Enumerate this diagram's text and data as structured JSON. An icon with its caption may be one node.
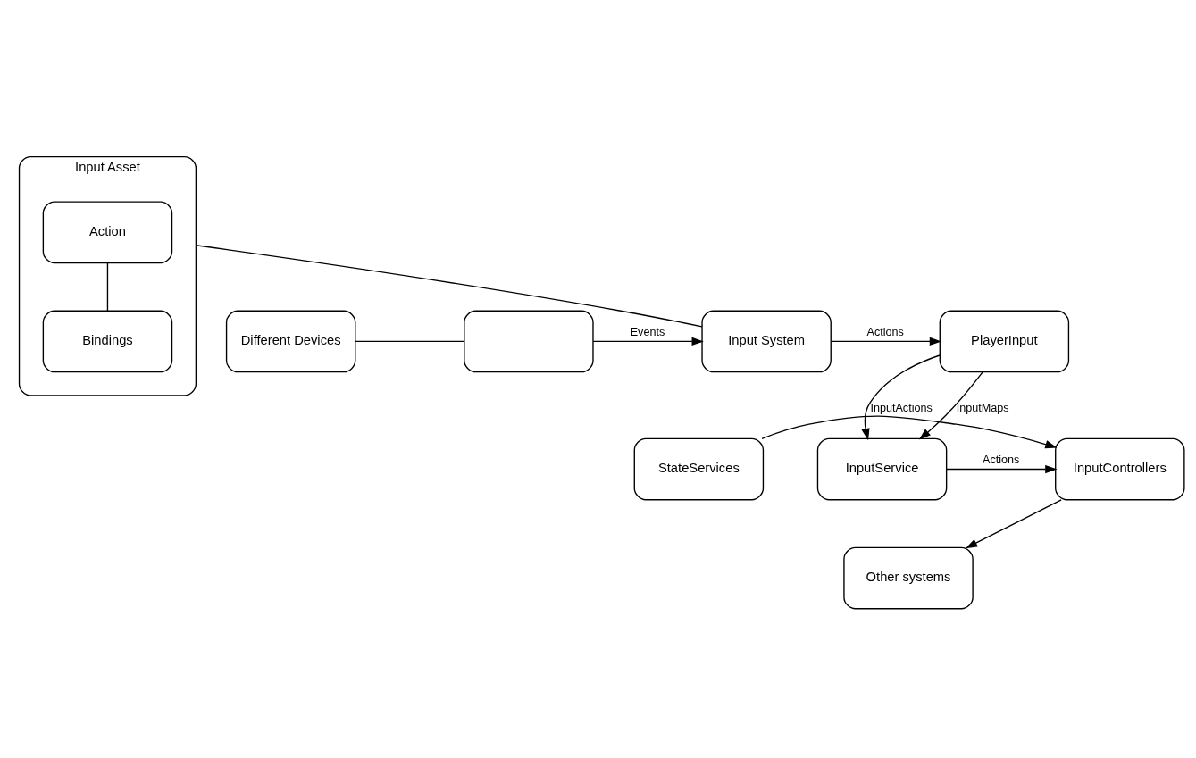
{
  "diagram": {
    "nodes": [
      {
        "text": [
          "Input Asset"
        ]
      },
      {
        "text": [
          "Action"
        ],
        "in": 0
      },
      {
        "text": [
          "Bindings"
        ],
        "in": 0
      },
      {
        "text": [
          "Different Devices"
        ]
      },
      {
        "text": [],
        "shape": "box"
      },
      {
        "text": [
          "Input System"
        ]
      },
      {
        "text": [
          "PlayerInput"
        ]
      },
      {
        "text": [
          "StateServices"
        ]
      },
      {
        "text": [
          "InputControllers"
        ]
      },
      {
        "text": [
          "InputService"
        ]
      },
      {
        "text": [
          "Other systems"
        ]
      }
    ],
    "edges": [
      {
        "from": 1,
        "to": 2,
        "arrow": "none"
      },
      {
        "from": 0,
        "to": 5,
        "arrow": "none"
      },
      {
        "from": 3,
        "to": 4,
        "arrow": "none"
      },
      {
        "from": 4,
        "to": 5,
        "arrow": "to",
        "label": "Events"
      },
      {
        "from": 5,
        "to": 6,
        "arrow": "to",
        "label": "Actions"
      },
      {
        "from": 6,
        "to": 9,
        "arrow": "to",
        "label": "InputMaps"
      },
      {
        "from": 6,
        "to": 9,
        "arrow": "to",
        "label": "InputActions"
      },
      {
        "from": 9,
        "to": 8,
        "arrow": "to",
        "label": "Actions"
      },
      {
        "from": 7,
        "to": 8,
        "arrow": "to"
      },
      {
        "from": 8,
        "to": 10,
        "arrow": "to"
      }
    ]
  }
}
